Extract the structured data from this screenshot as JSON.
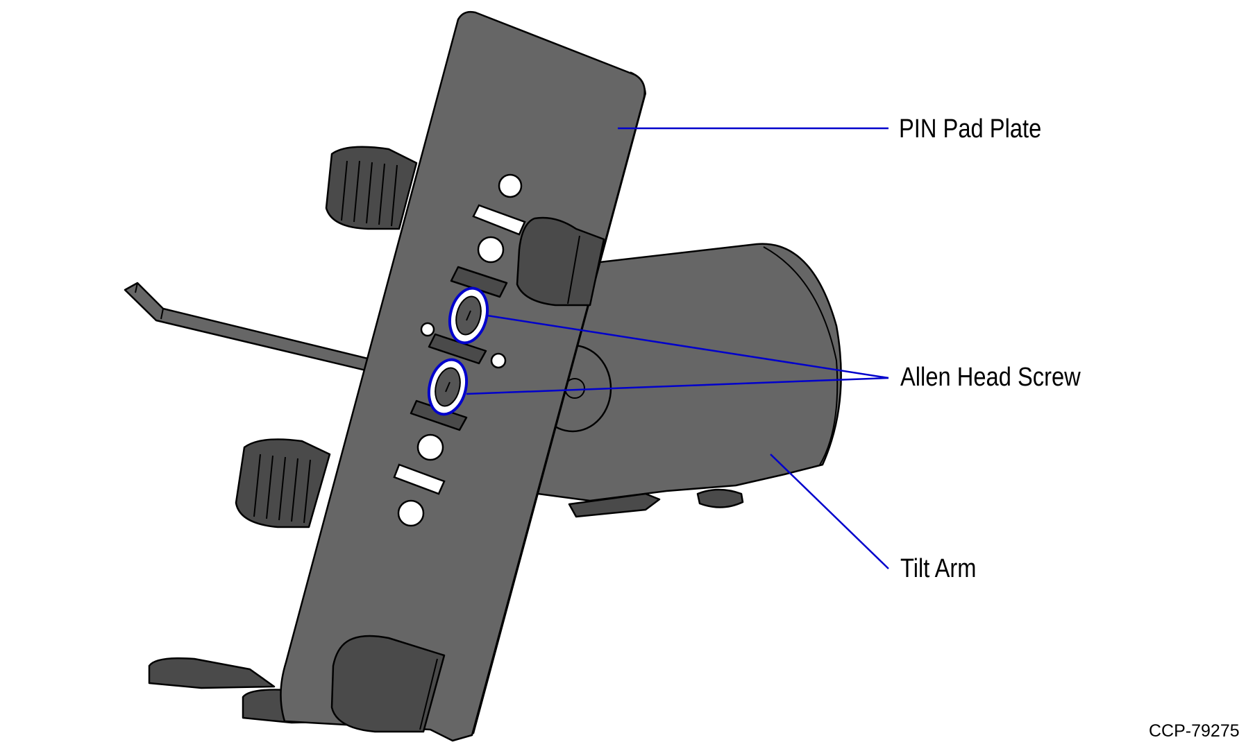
{
  "diagram": {
    "labels": {
      "pin_pad_plate": "PIN Pad Plate",
      "allen_head_screw": "Allen Head Screw",
      "tilt_arm": "Tilt Arm"
    },
    "figure_id": "CCP-79275",
    "colors": {
      "part_fill": "#666666",
      "part_dark": "#4a4a4a",
      "outline": "#000000",
      "leader": "#0000cc",
      "highlight": "#0000cc",
      "background": "#ffffff"
    }
  }
}
